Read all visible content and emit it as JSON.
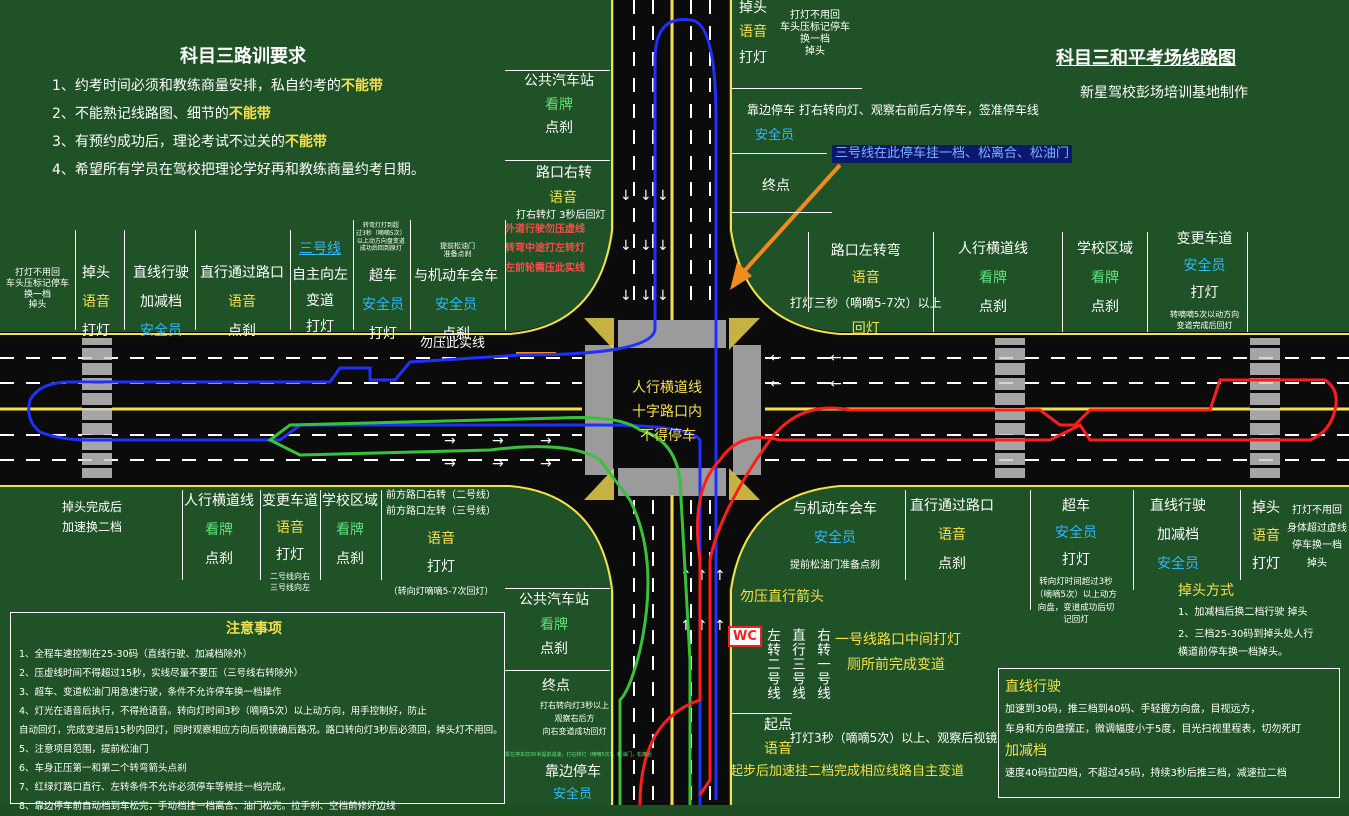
{
  "left_panel": {
    "title": "科目三路训要求",
    "rules": [
      {
        "text": "1、约考时间必须和教练商量安排，私自约考的",
        "emph": "不能带"
      },
      {
        "text": "2、不能熟记线路图、细节的",
        "emph": "不能带"
      },
      {
        "text": "3、有预约成功后，理论考试不过关的",
        "emph": "不能带"
      },
      {
        "text": "4、希望所有学员在驾校把理论学好再和教练商量约考日期。",
        "emph": ""
      }
    ]
  },
  "right_panel": {
    "title": "科目三和平考场线路图",
    "subtitle": "新星驾校彭场培训基地制作",
    "blue_note": "三号线在此停车挂一档、松离合、松油门"
  },
  "top_road": {
    "bus_stop": "公共汽车站",
    "bus_look": "看牌",
    "bus_brake": "点刹",
    "right_turn": "路口右转",
    "right_voice": "语音",
    "right_detail": "打右转灯 3秒后回灯",
    "red1": "外道行驶勿压虚线",
    "red2": "转弯中途打左转灯",
    "red3": "左前轮需压此实线",
    "uturn_top": "掉头",
    "uturn_voice": "语音",
    "uturn_light": "打灯",
    "uturn_top_note": "打灯不用回\n车头压标记停车\n换一档\n掉头",
    "pullover": "靠边停车  打右转向灯、观察右前后方停车，签准停车线",
    "pullover_safety": "安全员",
    "end": "终点"
  },
  "upper_left_row": [
    {
      "l1": "打灯不用回\n车头压标记停车\n换一档\n掉头"
    },
    {
      "l1": "掉头",
      "l2": "语音",
      "l3": "打灯"
    },
    {
      "l1": "直线行驶",
      "l2": "加减档",
      "l3": "安全员"
    },
    {
      "l1": "直行通过路口",
      "l2": "语音",
      "l3": "点刹"
    },
    {
      "l1": "三号线",
      "l2": "自主向左",
      "l3": "变道",
      "l4": "打灯"
    },
    {
      "l0": "转弯灯打到超\n过3秒（嘀嘀5次）\n以上动方向盘变道\n成功后回到原灯",
      "l1": "超车",
      "l2": "安全员",
      "l3": "打灯"
    },
    {
      "l0": "提前松油门\n准备点刹",
      "l1": "与机动车会车",
      "l2": "安全员",
      "l3": "点刹"
    }
  ],
  "no_press_line": "勿压此实线",
  "intersection": {
    "l1": "人行横道线",
    "l2": "十字路口内",
    "l3": "不得停车"
  },
  "upper_right_row": [
    {
      "l1": "路口左转弯",
      "l2": "语音",
      "l3": "打灯三秒（嘀嘀5-7次）以上",
      "l4": "回灯"
    },
    {
      "l1": "人行横道线",
      "l2": "看牌",
      "l3": "点刹"
    },
    {
      "l1": "学校区域",
      "l2": "看牌",
      "l3": "点刹"
    },
    {
      "l1": "变更车道",
      "l2": "安全员",
      "l3": "打灯",
      "l4": "转嘀嘀5次以动方向\n变道完成后回灯"
    }
  ],
  "lower_left_row": [
    {
      "l1": "掉头完成后",
      "l2": "加速换二档"
    },
    {
      "l1": "人行横道线",
      "l2": "看牌",
      "l3": "点刹"
    },
    {
      "l1": "变更车道",
      "l2": "语音",
      "l3": "打灯",
      "l4": "二号线向右\n三号线向左"
    },
    {
      "l1": "学校区域",
      "l2": "看牌",
      "l3": "点刹"
    },
    {
      "l1": "前方路口右转（二号线）\n前方路口左转（三号线）",
      "l2": "语音",
      "l3": "打灯",
      "l4": "（转向灯嘀嘀5-7次回灯）"
    }
  ],
  "lower_right_row": [
    {
      "l1": "与机动车会车",
      "l2": "安全员",
      "l3": "提前松油门准备点刹"
    },
    {
      "l1": "直行通过路口",
      "l2": "语音",
      "l3": "点刹"
    },
    {
      "l1": "超车",
      "l2": "安全员",
      "l3": "打灯",
      "l4": "转向灯时间超过3秒\n（嘀嘀5次）以上动方\n向盘，变道成功后切\n记回灯"
    },
    {
      "l1": "直线行驶",
      "l2": "加减档",
      "l3": "安全员"
    },
    {
      "l1": "掉头",
      "l2": "语音",
      "l3": "打灯",
      "l4": "打灯不用回\n身体超过虚线\n停车换一档\n掉头"
    }
  ],
  "uturn_method": {
    "title": "掉头方式",
    "items": [
      "1、加减档后换二档行驶  掉头",
      "2、三档25-30码到掉头处人行\n横道前停车换一档掉头。"
    ]
  },
  "bottom_road": {
    "bus_stop": "公共汽车站",
    "bus_look": "看牌",
    "bus_brake": "点刹",
    "end": "终点",
    "end_note": "打右转向灯3秒以上\n观察右后方\n向右变道成功回灯",
    "pull": "靠边停车",
    "pull_safety": "安全员",
    "tiny_note": "靠左停车前30米提前减速，打右转灯（嘀嘀5次），松油门，松离合",
    "arrow_pass": "勿压直行箭头",
    "wc": "WC",
    "lines": [
      "左转二号线",
      "直行三号线",
      "右转一号线"
    ],
    "line1_note": "一号线路口中间打灯",
    "line1_note2": "厕所前完成变道",
    "start": "起点",
    "start_voice": "语音",
    "start_note": "打灯3秒（嘀嘀5次）以上、观察后视镜",
    "start_note2": "起步后加速挂二档完成相应线路自主变道"
  },
  "notes": {
    "title": "注意事项",
    "items": [
      "1、全程车速控制在25-30码（直线行驶、加减档除外）",
      "2、压虚线时间不得超过15秒，实线尽量不要压（三号线右转除外）",
      "3、超车、变道松油门用急速行驶，条件不允许停车换一档操作",
      "4、灯光在语音后执行，不得抢语音。转向灯时间3秒（嘀嘀5次）以上动方向，用手控制好，防止",
      "自动回灯，完成变道后15秒内回灯，同时观察相应方向后视镜确后路况。路口转向灯3秒后必须回，掉头灯不用回。",
      "5、注意项目范围，提前松油门",
      "6、车身正压第一和第二个转弯箭头点刹",
      "7、红绿灯路口直行、左转条件不允许必须停车等候挂一档完成。",
      "8、靠边停车前自动档到车松完，手动档挂一档离合、油门松完。拉手刹、空档前修好边线"
    ]
  },
  "straight_box": {
    "title": "直线行驶",
    "p1": "加速到30码，推三档到40码、手轻握方向盘，目视远方，",
    "p2": "车身和方向盘摆正，微调幅度小于5度，目光扫视里程表，切勿死盯",
    "title2": "加减档",
    "p3": "速度40码拉四档，不超过45码，持续3秒后推三档，减速拉二档"
  },
  "colors": {
    "board": "#1f5226",
    "road": "#0b0b0b",
    "yellow": "#f4e04d",
    "blue_route": "#2030ff",
    "red_route": "#ff1e1e",
    "green_route": "#38c23c"
  }
}
